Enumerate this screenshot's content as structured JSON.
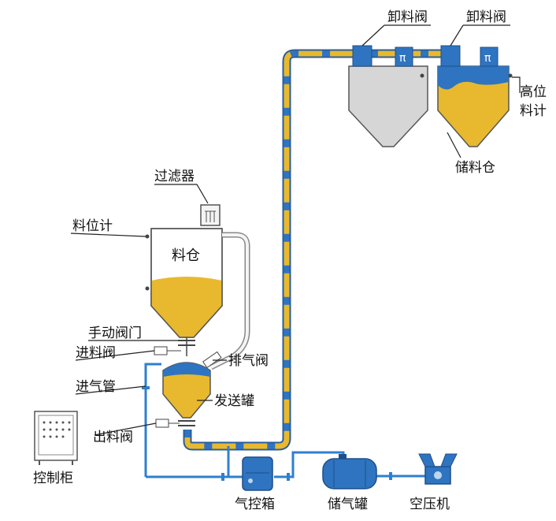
{
  "diagram": {
    "title": "",
    "colors": {
      "material_yellow": "#e8b92e",
      "pipe_blue": "#2f74c0",
      "air_blue": "#2f7fd0",
      "vessel_gray": "#d6d6d6",
      "outline": "#555555"
    },
    "labels": {
      "unload_valve_1": "卸料阀",
      "unload_valve_2": "卸料阀",
      "high_level_gauge_line1": "高位",
      "high_level_gauge_line2": "料计",
      "storage_silo": "储料仓",
      "filter": "过滤器",
      "level_gauge": "料位计",
      "hopper": "料仓",
      "manual_valve": "手动阀门",
      "inlet_valve": "进料阀",
      "exhaust_valve": "排气阀",
      "air_inlet_pipe": "进气管",
      "conveying_tank": "发送罐",
      "outlet_valve": "出料阀",
      "control_cabinet": "控制柜",
      "pneumatic_box": "气控箱",
      "air_tank": "储气罐",
      "air_compressor": "空压机"
    }
  }
}
